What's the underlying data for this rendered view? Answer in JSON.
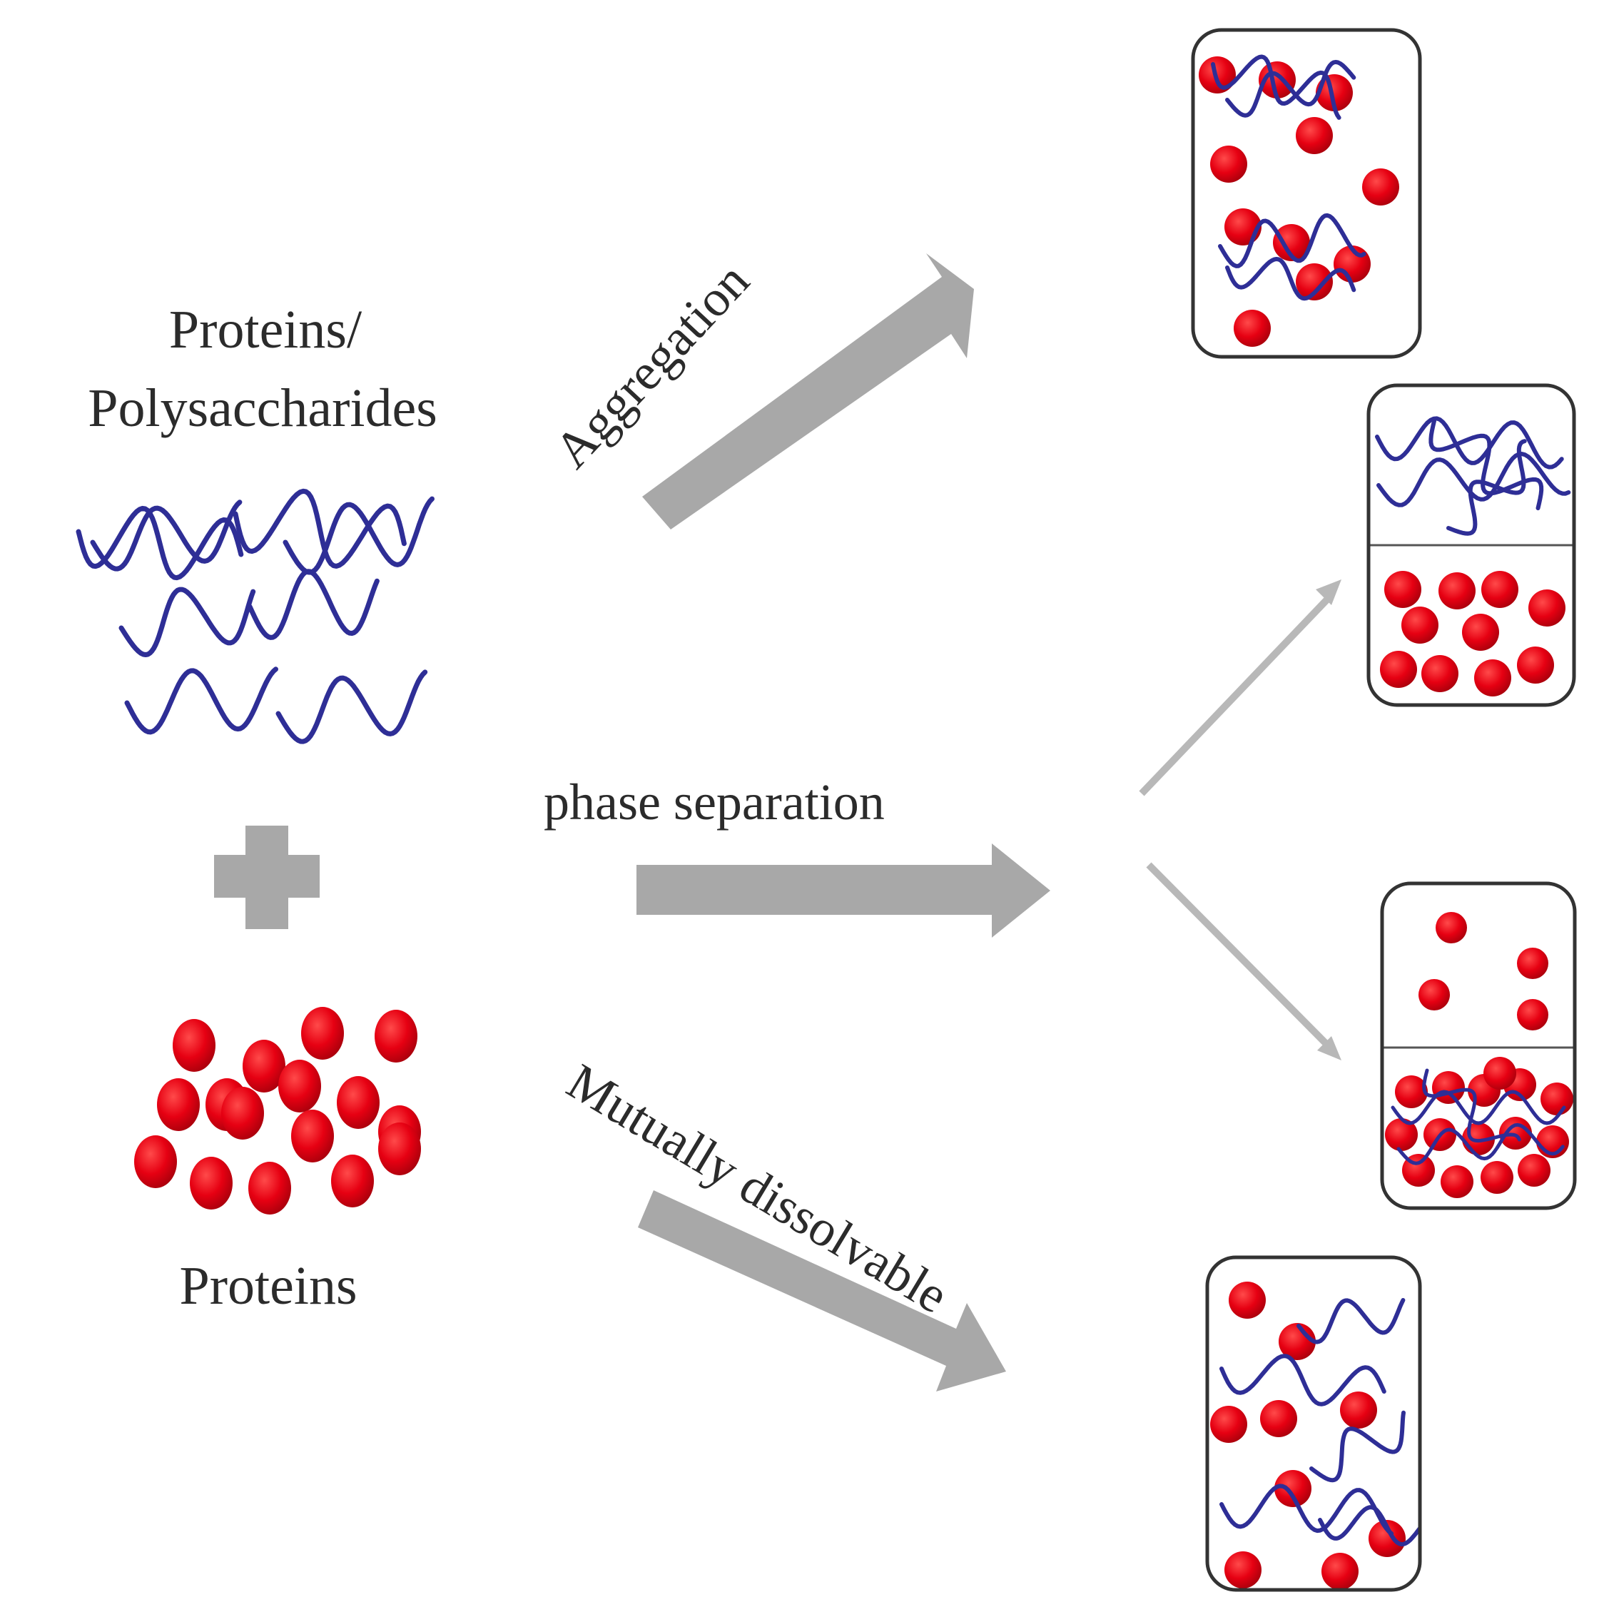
{
  "labels": {
    "mixture_line1": "Proteins/",
    "mixture_line2": "Polysaccharides",
    "proteins": "Proteins",
    "aggregation": "Aggregation",
    "phase_separation": "phase separation",
    "mutually_dissolvable": "Mutually dissolvable"
  },
  "colors": {
    "chain": "#2e2e96",
    "particle": "#e4001a",
    "arrow": "#a8a8a8",
    "thin_arrow": "#b8b8b8",
    "box_border": "#333333",
    "text": "#2b2b2b"
  }
}
